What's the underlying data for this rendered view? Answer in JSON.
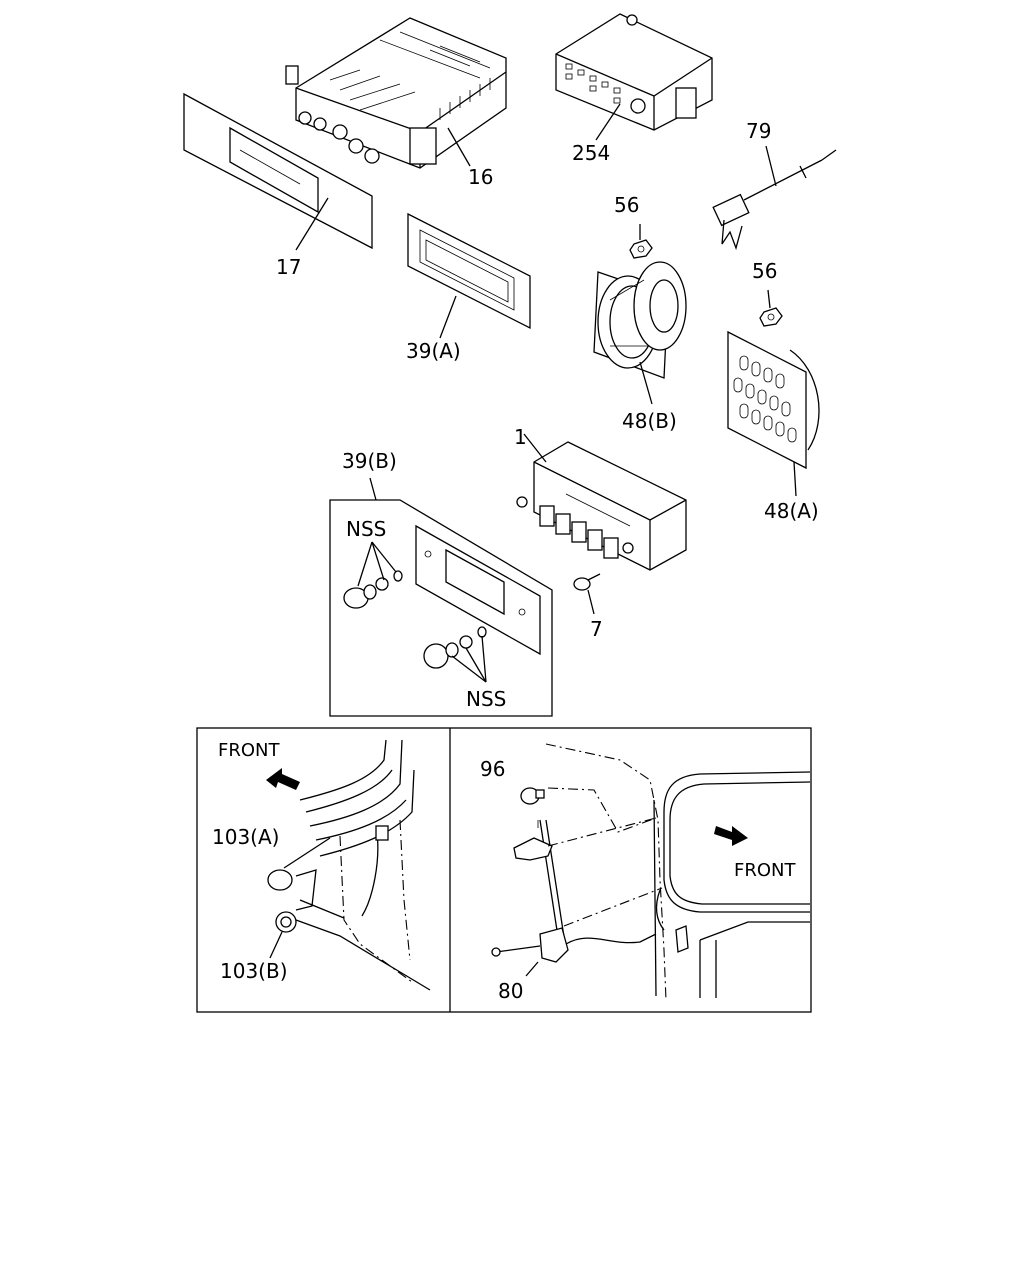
{
  "labels": {
    "p16": "16",
    "p17": "17",
    "p254": "254",
    "p79": "79",
    "p56a": "56",
    "p56b": "56",
    "p39a": "39(A)",
    "p48b": "48(B)",
    "p48a": "48(A)",
    "p1": "1",
    "p39b": "39(B)",
    "p7": "7",
    "nss1": "NSS",
    "nss2": "NSS",
    "front1": "FRONT",
    "front2": "FRONT",
    "p103a": "103(A)",
    "p103b": "103(B)",
    "p96": "96",
    "p80": "80"
  }
}
